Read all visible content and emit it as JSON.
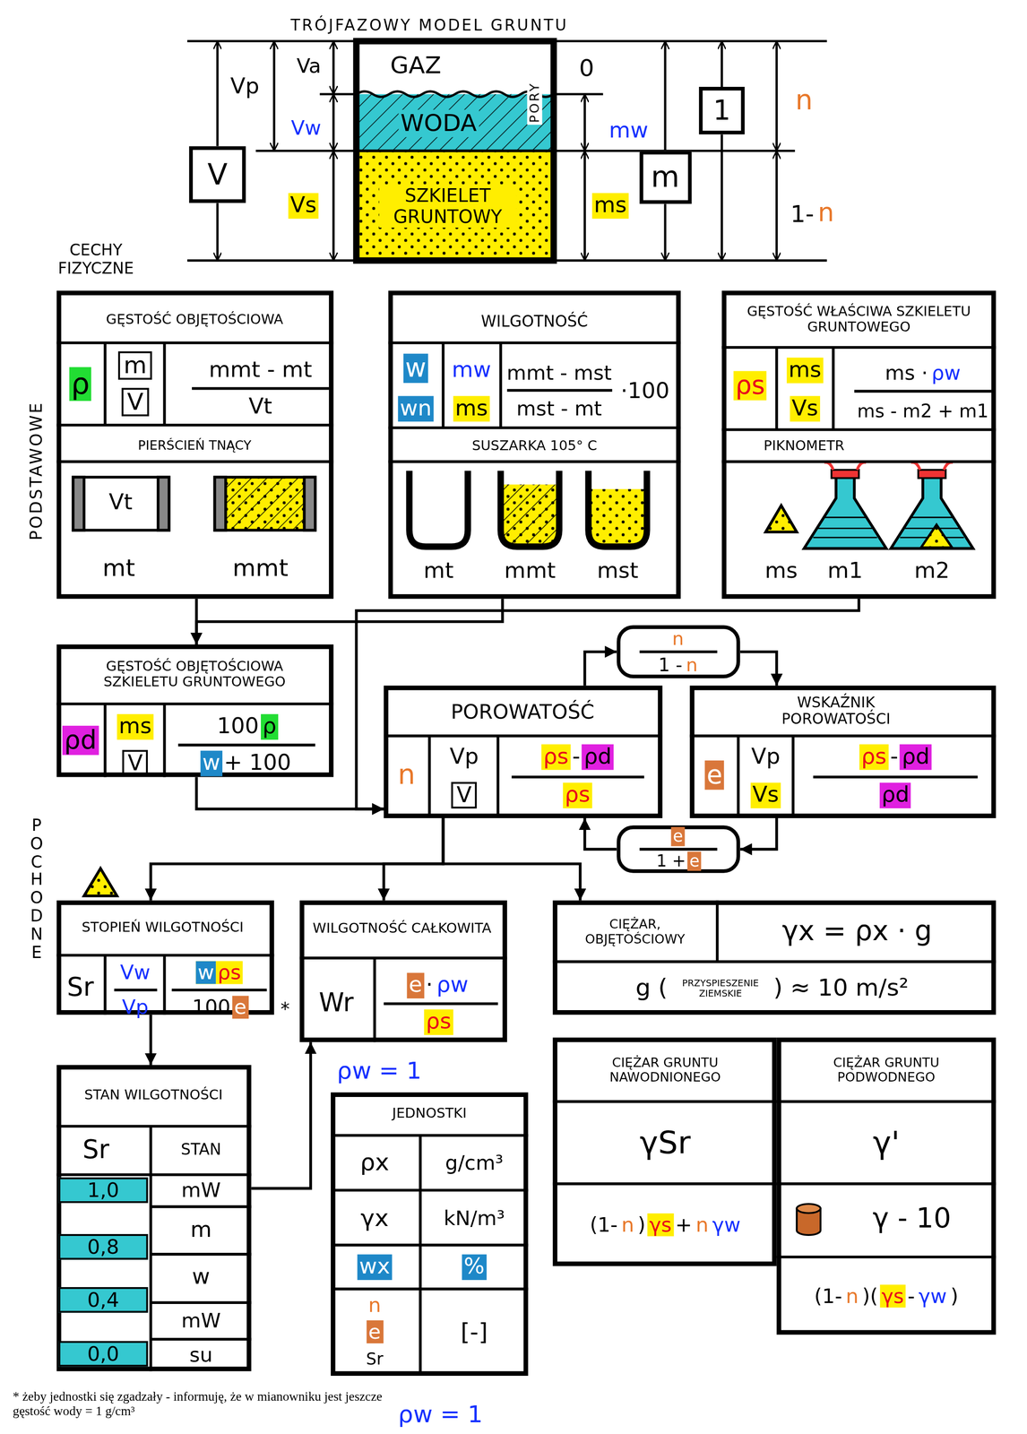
{
  "diagram": {
    "title": "TRÓJFAZOWY MODEL GRUNTU",
    "nodes": [
      {
        "text": [
          "GAZ"
        ]
      },
      {
        "text": [
          "WODA"
        ]
      },
      {
        "text": [
          "SZKIELET GRUNTOWY"
        ]
      },
      {
        "text": [
          "V"
        ]
      },
      {
        "text": [
          "m"
        ]
      },
      {
        "text": [
          "1"
        ]
      },
      {
        "text": [
          "GĘSTOŚĆ OBJĘTOŚCIOWA",
          "ρ",
          "m",
          "V",
          "mmt - mt",
          "Vt",
          "PIERŚCIEŃ TNĄCY",
          "Vt",
          "mt",
          "mmt"
        ]
      },
      {
        "text": [
          "WILGOTNOŚĆ",
          "w",
          "wn",
          "mw",
          "ms",
          "mmt - mst",
          "mst - mt",
          "·100",
          "SUSZARKA 105° C",
          "mt",
          "mmt",
          "mst"
        ]
      },
      {
        "text": [
          "GĘSTOŚĆ WŁAŚCIWA SZKIELETU GRUNTOWEGO",
          "ρs",
          "ms",
          "Vs",
          "ms ·",
          "ρw",
          "ms - m2 + m1",
          "PIKNOMETR",
          "ms",
          "m1",
          "m2"
        ]
      },
      {
        "text": [
          "GĘSTOŚĆ OBJĘTOŚCIOWA SZKIELETU GRUNTOWEGO",
          "ρd",
          "ms",
          "V",
          "100",
          "ρ",
          "w",
          "+ 100"
        ]
      },
      {
        "text": [
          "POROWATOŚĆ",
          "n",
          "Vp",
          "V",
          "ρs",
          "-",
          "ρd",
          "ρs"
        ]
      },
      {
        "text": [
          "WSKAŹNIK POROWATOŚCI",
          "e",
          "Vp",
          "Vs",
          "ρs",
          "-",
          "ρd",
          "ρd"
        ]
      },
      {
        "text": [
          "n",
          "1 -",
          "n"
        ]
      },
      {
        "text": [
          "e",
          "1 +",
          "e"
        ]
      },
      {
        "text": [
          "STOPIEŃ WILGOTNOŚCI",
          "Sr",
          "Vw",
          "Vp",
          "w",
          "ρs",
          "100",
          "e"
        ]
      },
      {
        "text": [
          "WILGOTNOŚĆ CAŁKOWITA",
          "Wr",
          "e",
          "·",
          "ρw",
          "ρs"
        ]
      },
      {
        "text": [
          "CIĘŻAR, OBJĘTOŚCIOWY",
          "γx = ρx · g",
          "g (",
          "PRZYSPIESZENIE ZIEMSKIE",
          ") ≈ 10 m/s²"
        ]
      },
      {
        "text": [
          "STAN WILGOTNOŚCI",
          "Sr",
          "STAN",
          "mW",
          "m",
          "w",
          "mW",
          "su"
        ]
      },
      {
        "text": [
          "1,0"
        ],
        "in": 17
      },
      {
        "text": [
          "0,8"
        ],
        "in": 17
      },
      {
        "text": [
          "0,4"
        ],
        "in": 17
      },
      {
        "text": [
          "0,0"
        ],
        "in": 17
      },
      {
        "text": [
          "JEDNOSTKI",
          "ρx",
          "g/cm³",
          "γx",
          "kN/m³",
          "wx",
          "%",
          "n",
          "e",
          "Sr",
          "[-]"
        ]
      },
      {
        "text": [
          "CIĘŻAR GRUNTU NAWODNIONEGO",
          "γSr",
          "(1-",
          "n",
          ")",
          "γs",
          "+",
          "n",
          "γw"
        ]
      },
      {
        "text": [
          "CIĘŻAR GRUNTU PODWODNEGO",
          "γ'",
          "γ - 10",
          "(1-",
          "n",
          ")(",
          "γs",
          "-",
          "γw",
          ")"
        ]
      }
    ],
    "edges": [
      {
        "from": 6,
        "to": 9,
        "arrow": "to"
      },
      {
        "from": 7,
        "to": 9,
        "arrow": "to"
      },
      {
        "from": 8,
        "to": 10,
        "arrow": "to"
      },
      {
        "from": 9,
        "to": 10,
        "arrow": "to"
      },
      {
        "from": 10,
        "to": 12,
        "arrow": "to"
      },
      {
        "from": 12,
        "to": 11,
        "arrow": "to"
      },
      {
        "from": 11,
        "to": 13,
        "arrow": "to"
      },
      {
        "from": 13,
        "to": 10,
        "arrow": "to"
      },
      {
        "from": 10,
        "to": 14,
        "arrow": "to"
      },
      {
        "from": 10,
        "to": 15,
        "arrow": "to"
      },
      {
        "from": 10,
        "to": 16,
        "arrow": "to"
      },
      {
        "from": 14,
        "to": 17,
        "arrow": "to"
      },
      {
        "from": 17,
        "to": 15,
        "arrow": "to"
      }
    ],
    "labels": [
      "Vp",
      "Va",
      "Vw",
      "Vs",
      "PORY",
      "0",
      "mw",
      "ms",
      "n",
      "1-",
      "n",
      "CECHY FIZYCZNE",
      "PODSTAWOWE",
      "POCHODNE",
      "ρw = 1",
      "*",
      "* żeby jednostki się zgadzały - informuję, że w mianowniku jest jeszcze gęstość wody = 1 g/cm³",
      "ρw = 1"
    ]
  }
}
